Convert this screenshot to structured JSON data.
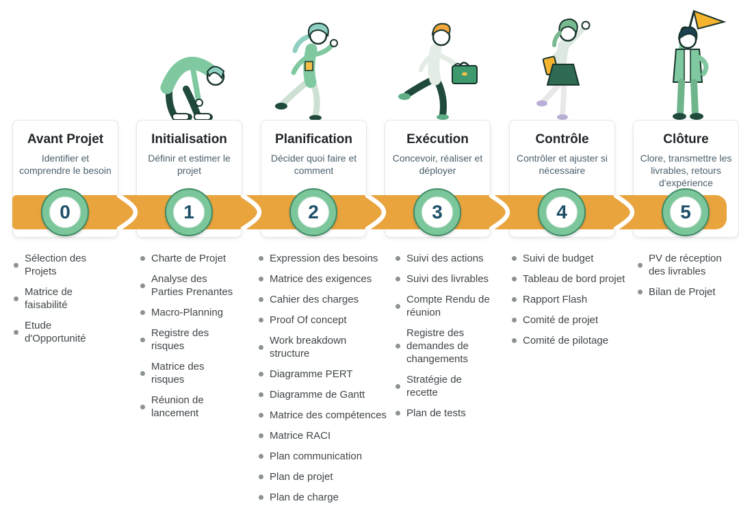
{
  "colors": {
    "band_orange": "#E9A43E",
    "ring_green": "#7CC69C",
    "ring_border": "#3F8B64",
    "number_navy": "#1D4F68",
    "title_dark": "#212629",
    "subtitle_teal": "#4A5F6B",
    "list_text": "#3F4548",
    "bullet_gray": "#8C9194",
    "card_bg": "#FFFFFF"
  },
  "phases": [
    {
      "number": "0",
      "title": "Avant Projet",
      "subtitle": "Identifier et comprendre le besoin",
      "character": "none",
      "deliverables": [
        "Sélection des Projets",
        "Matrice de faisabilité",
        "Etude d'Opportunité"
      ]
    },
    {
      "number": "1",
      "title": "Initialisation",
      "subtitle": "Définir et estimer le projet",
      "character": "start-crouch",
      "deliverables": [
        "Charte de Projet",
        "Analyse des Parties Prenantes",
        "Macro-Planning",
        "Registre des risques",
        "Matrice des risques",
        "Réunion de lancement"
      ]
    },
    {
      "number": "2",
      "title": "Planification",
      "subtitle": "Décider quoi faire et comment",
      "character": "running-woman",
      "deliverables": [
        "Expression des besoins",
        "Matrice des exigences",
        "Cahier des charges",
        "Proof Of concept",
        "Work breakdown structure",
        "Diagramme PERT",
        "Diagramme de Gantt",
        "Matrice des compétences",
        "Matrice RACI",
        "Plan communication",
        "Plan de projet",
        "Plan de charge"
      ]
    },
    {
      "number": "3",
      "title": "Exécution",
      "subtitle": "Concevoir, réaliser et déployer",
      "character": "running-man",
      "deliverables": [
        "Suivi des actions",
        "Suivi des livrables",
        "Compte Rendu de réunion",
        "Registre des demandes de changements",
        "Stratégie de recette",
        "Plan de tests"
      ]
    },
    {
      "number": "4",
      "title": "Contrôle",
      "subtitle": "Contrôler et ajuster si nécessaire",
      "character": "celebrating-woman",
      "deliverables": [
        "Suivi de budget",
        "Tableau de bord projet",
        "Rapport Flash",
        "Comité de projet",
        "Comité de pilotage"
      ]
    },
    {
      "number": "5",
      "title": "Clôture",
      "subtitle": "Clore, transmettre les livrables, retours d'expérience",
      "character": "flag-man",
      "deliverables": [
        "PV de réception des livrables",
        "Bilan de Projet"
      ]
    }
  ]
}
